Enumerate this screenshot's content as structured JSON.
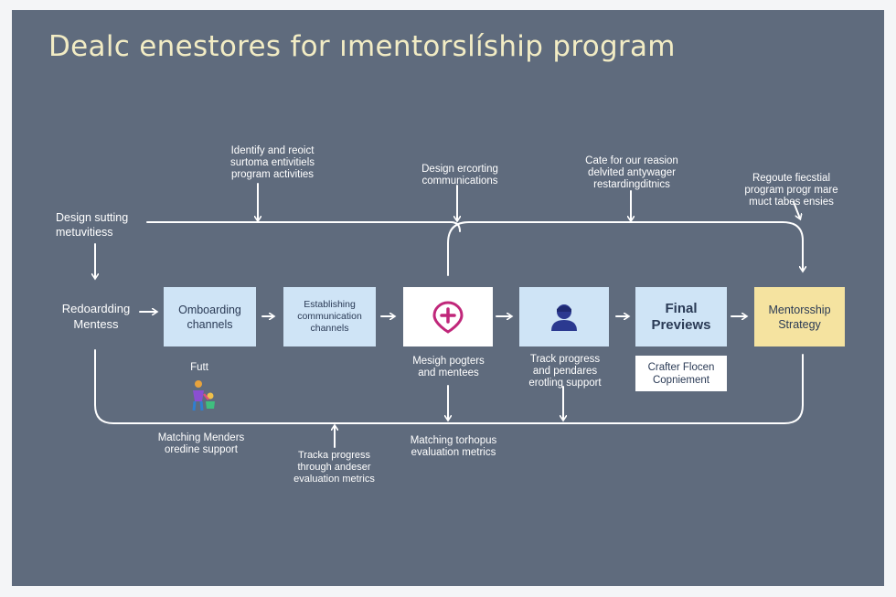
{
  "title": "Dealc enestores for ımentorslíship program",
  "colors": {
    "background": "#5f6b7d",
    "title": "#f2ecc4",
    "lines": "#ffffff",
    "box_blue": "#cfe4f6",
    "box_yellow": "#f5e3a0",
    "icon_magenta": "#c0277a",
    "icon_navy": "#2b3990"
  },
  "notes": {
    "identify": "Identify and reoict\nsurtoma entivitiels\nprogram activities",
    "design_comm": "Design ercorting\ncommunications",
    "cate": "Cate for our reasion\ndelvited antywager\nrestardingditnics",
    "regoute": "Regoute fiecstial\nprogram progr mare\nmuct tabes ensies",
    "design_sutting": "Design sutting\nmetuvitiess",
    "futt": "Futt",
    "mesigh": "Mesigh pogters\nand mentees",
    "track_support": "Track progress\nand pendares\nerotling support",
    "matching_menders": "Matching Menders\noredine support",
    "tracka": "Tracka progress\nthrough andeser\nevaluation metrics",
    "matching_tor": "Matching torhopus\nevaluation metrics"
  },
  "flow": {
    "start_label": "Redoardding\nMentess",
    "step1": "Omboarding\nchannels",
    "step2": "Establishing\ncommunication\nchannels",
    "step3_icon": "plus-pin-icon",
    "step4_icon": "person-avatar-icon",
    "step5": "Final\nPreviews",
    "step5_sub": "Crafter Flocen\nCopniement",
    "step6": "Mentorsship\nStrategy"
  }
}
